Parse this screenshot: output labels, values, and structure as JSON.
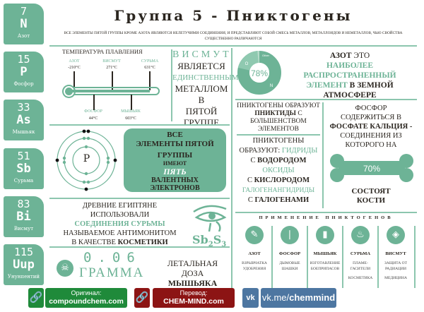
{
  "title": "Группа 5 - Пниктогены",
  "subtitle": "ВСЕ ЭЛЕМЕНТЫ ПЯТОЙ ГРУППЫ КРОМЕ АЗОТА ЯВЛЯЮТСЯ НЕЛЕТУЧИМИ СОЕДИНЕНИЯ, И ПРЕДСТАВЛЯЮТ СОБОЙ СМЕСЬ МЕТАЛЛОВ, МЕТАЛЛОИДОВ И НЕМЕТАЛЛОВ, ЧЬЮ СВОЙСТВА СУЩЕСТВЕННО РАЗЛИЧАЮТСЯ",
  "elements": [
    {
      "number": "7",
      "symbol": "N",
      "name": "Азот"
    },
    {
      "number": "15",
      "symbol": "P",
      "name": "Фосфор"
    },
    {
      "number": "33",
      "symbol": "As",
      "name": "Мышьяк"
    },
    {
      "number": "51",
      "symbol": "Sb",
      "name": "Сурьма"
    },
    {
      "number": "83",
      "symbol": "Bi",
      "name": "Висмут"
    },
    {
      "number": "115",
      "symbol": "Uup",
      "name": "Унунпентий"
    }
  ],
  "melting": {
    "title": "ТЕМПЕРАТУРА ПЛАВЛЕНИЯ",
    "top": [
      {
        "name": "АЗОТ",
        "value": "-210°C"
      },
      {
        "name": "ВИСМУТ",
        "value": "271°C"
      },
      {
        "name": "СУРЬМА",
        "value": "631°C"
      }
    ],
    "bottom": [
      {
        "name": "ФОСФОР",
        "value": "44°C"
      },
      {
        "name": "МЫШЬЯК",
        "value": "603°C"
      }
    ]
  },
  "bismuth": {
    "l1": "ВИСМУТ",
    "l2": "ЯВЛЯЕТСЯ",
    "l3": "ЕДИНСТВЕННЫМ",
    "l4": "МЕТАЛЛОМ В",
    "l5": "ПЯТОЙ",
    "l6": "ГРУППЕ"
  },
  "nitrogen": {
    "pie_value": "78%",
    "pie_labels": {
      "other": "Other",
      "o": "O",
      "n": "N"
    },
    "pie_fractions": {
      "N": 0.78,
      "O": 0.21,
      "Other": 0.01
    },
    "l1a": "АЗОТ",
    "l1b": "ЭТО",
    "l2": "НАИБОЛЕЕ",
    "l3": "РАСПРОСТРАНЕННЫЙ",
    "l4a": "ЭЛЕМЕНТ",
    "l4b": "В ЗЕМНОЙ",
    "l5": "АТМОСФЕРЕ"
  },
  "atom": {
    "symbol": "P",
    "l1": "ВСЕ",
    "l2": "ЭЛЕМЕНТЫ ПЯТОЙ",
    "l3": "ГРУППЫ",
    "l4": "ИМЕЮТ",
    "l5": "ПЯТЬ",
    "l6": "ВАЛЕНТНЫХ",
    "l7": "ЭЛЕКТРОНОВ"
  },
  "pnictides": {
    "a1": "ПНИКТОГЕНЫ ОБРАЗУЮТ",
    "a2": "ПНИКТИДЫ",
    "a3": "С",
    "a4": "БОЛЬШЕНСТВОМ",
    "a5": "ЭЛЕМЕНТОВ",
    "b1": "ПНИКТОГЕНЫ",
    "b2": "ОБРАЗУЮТ:",
    "b3": "ГИДРИДЫ",
    "b4": "С",
    "b5": "ВОДОРОДОМ",
    "b6": "ОКСИДЫ",
    "b7": "С",
    "b8": "КИСЛОРОДОМ",
    "b9": "ГАЛОГЕНАНГИДРИДЫ",
    "b10": "С",
    "b11": "ГАЛОГЕНАМИ"
  },
  "phosphorus": {
    "l1": "ФОСФОР",
    "l2": "СОДЕРЖИТЬСЯ В",
    "l3": "ФОСФАТЕ КАЛЬЦИЯ -",
    "l4": "СОЕДИНЕНИЯ  ИЗ",
    "l5": "КОТОРОГО НА",
    "percent": "70%",
    "l6": "СОСТОЯТ",
    "l7": "КОСТИ"
  },
  "egypt": {
    "l1": "ДРЕВНИЕ ЕГИПТЯНЕ",
    "l2": "ИСПОЛЬЗОВАЛИ",
    "l3": "СОЕДИНЕНИЯ СУРЬМЫ",
    "l4": "НАЗЫВАЕМОЕ АНТИМОНИТОМ",
    "l5a": "В КАЧЕСТВЕ",
    "l5b": "КОСМЕТИКИ",
    "formula": "Sb",
    "s1": "2",
    "f2": "S",
    "s2": "3"
  },
  "lethal": {
    "value": "0.06",
    "unit": "ГРАММА",
    "l1": "ЛЕТАЛЬНАЯ ДОЗА",
    "l2": "МЫШЬЯКА"
  },
  "applications": {
    "title": "ПРИМЕНЕНИЕ ПНИКТОГЕНОВ",
    "items": [
      {
        "name": "АЗОТ",
        "d1": "ВЗРЫВЧАТКА",
        "d2": "УДОБРЕНИЯ",
        "d3": ""
      },
      {
        "name": "ФОСФОР",
        "d1": "ДЫМОВЫЕ",
        "d2": "ШАШКИ",
        "d3": ""
      },
      {
        "name": "МЫШЬЯК",
        "d1": "ИЗГОТАВЛЕНИЕ",
        "d2": "БОЕПРИПАСОВ",
        "d3": ""
      },
      {
        "name": "СУРЬМА",
        "d1": "ПЛАМЕ-",
        "d2": "ГАСИТЕЛИ",
        "d3": "КОСМЕТИКА"
      },
      {
        "name": "ВИСМУТ",
        "d1": "ЗАЩИТА ОТ",
        "d2": "РАДИАЦИИ",
        "d3": "МЕДИЦИНА"
      }
    ]
  },
  "footer": {
    "orig_label": "Оригинал:",
    "orig_site": "compoundchem.com",
    "trans_label": "Перевод:",
    "trans_site": "CHEM-MIND.com",
    "vk_prefix": "vk.me/",
    "vk_name": "chemmind",
    "vk_logo": "vk"
  },
  "colors": {
    "accent": "#6db396",
    "original": "#1f8a3a",
    "translation": "#8c1414",
    "vk": "#4d76a1"
  }
}
